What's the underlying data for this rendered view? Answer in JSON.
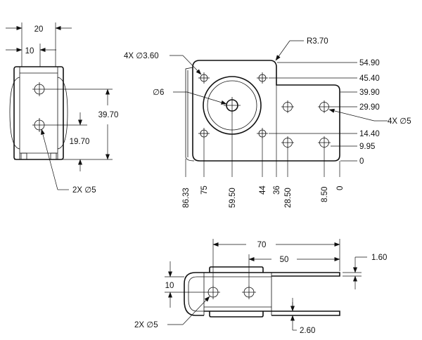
{
  "left_view": {
    "dims": {
      "width_total": "20",
      "width_inner": "10",
      "height": "39.70",
      "hole_offset": "19.70"
    },
    "callout": "2X ∅5"
  },
  "front_view": {
    "radius_callout": "R3.70",
    "small_holes_callout": "4X ∅3.60",
    "bore_callout": "∅6",
    "large_holes_callout": "4X ∅5",
    "right_dims": [
      "54.90",
      "45.40",
      "39.90",
      "29.90",
      "14.40",
      "9.95",
      "0"
    ],
    "bottom_dims": [
      "86.33",
      "75",
      "59.50",
      "44",
      "36",
      "28.50",
      "8.50",
      "0"
    ]
  },
  "bottom_view": {
    "dims": {
      "length_total": "70",
      "length_inner": "50",
      "thickness_top": "1.60",
      "height": "10",
      "thickness_bottom": "2.60"
    },
    "callout": "2X ∅5"
  }
}
